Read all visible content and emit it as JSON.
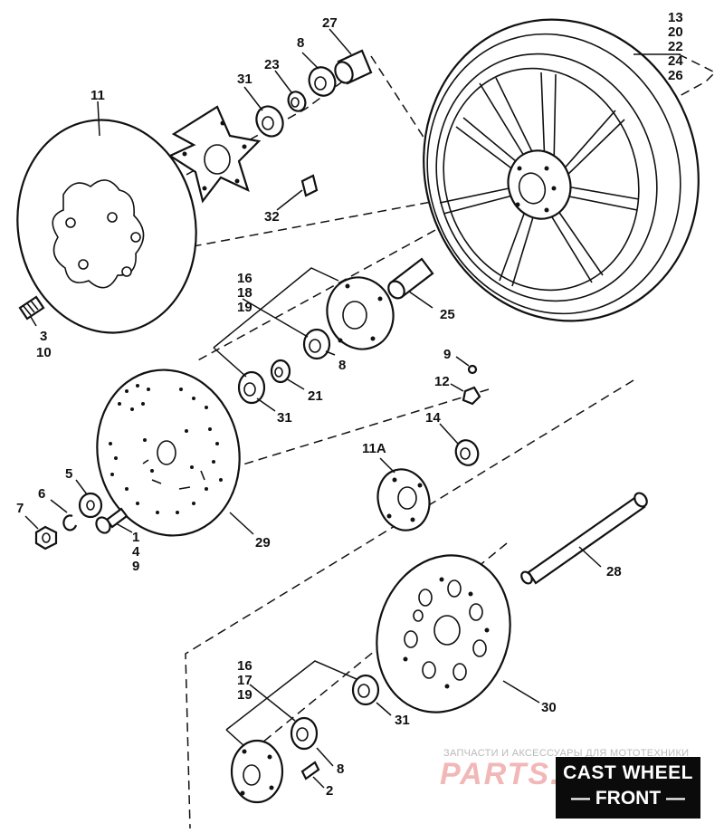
{
  "title": {
    "line1": "CAST WHEEL",
    "line2": "— FRONT —"
  },
  "watermark": {
    "caption": "ЗАПЧАСТИ И АКСЕССУАРЫ ДЛЯ МОТОТЕХНИКИ",
    "logo": "PARTS.RU"
  },
  "callouts": {
    "wheel": [
      "13",
      "20",
      "22",
      "24",
      "26"
    ],
    "p27": "27",
    "p8a": "8",
    "p23": "23",
    "p31a": "31",
    "p11": "11",
    "p32": "32",
    "p3": "3",
    "p10": "10",
    "hub_bearing_group": [
      "16",
      "18",
      "19"
    ],
    "p25": "25",
    "p8b": "8",
    "p21": "21",
    "p31b": "31",
    "p9": "9",
    "p12": "12",
    "p14": "14",
    "p11a": "11A",
    "p5": "5",
    "p6": "6",
    "p7": "7",
    "bolt_group": [
      "1",
      "4",
      "9"
    ],
    "p29": "29",
    "p28": "28",
    "p30": "30",
    "lower_bearing_group": [
      "16",
      "17",
      "19"
    ],
    "p31c": "31",
    "p8c": "8",
    "p2": "2"
  },
  "colors": {
    "ink": "#111111",
    "title_bg": "#0b0b0b",
    "title_text": "#ffffff",
    "watermark_logo": "#f2b7b7"
  }
}
